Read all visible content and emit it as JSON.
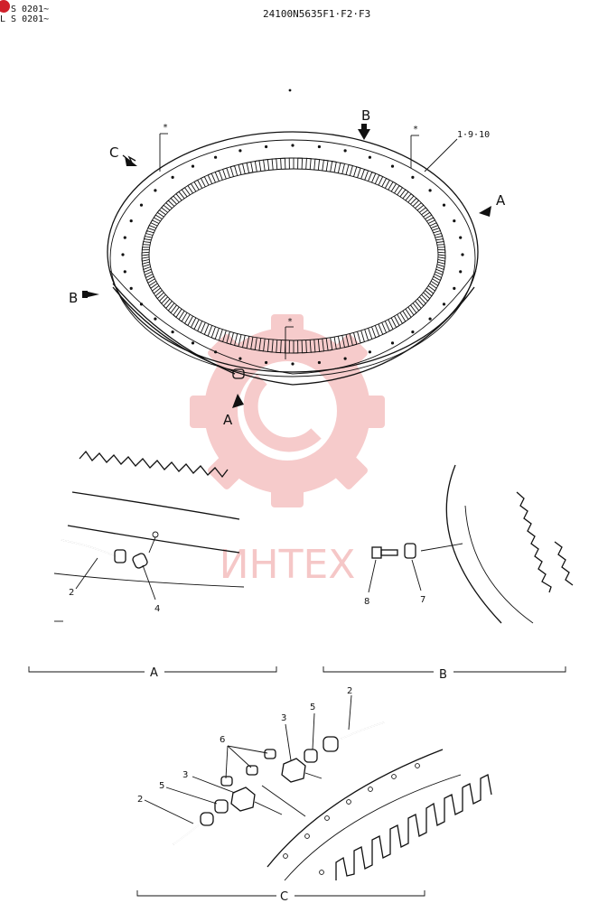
{
  "header": {
    "serial_line_1": "S 0201~",
    "serial_line_2": "L S 0201~",
    "part_code": "24100N5635F1·F2·F3"
  },
  "main_view": {
    "callout_ref": "1·9·10",
    "star": "*",
    "arrows": {
      "a": "A",
      "b": "B",
      "c": "C"
    }
  },
  "detail_a": {
    "caption": "A",
    "callouts": {
      "hose": "2",
      "elbow": "4"
    }
  },
  "detail_b": {
    "caption": "B",
    "callouts": {
      "bolt": "8",
      "clip": "7"
    }
  },
  "detail_c": {
    "caption": "C",
    "callouts": {
      "hose_top": "2",
      "fitting_top": "5",
      "block_top": "3",
      "nipples": "6",
      "block_bottom": "3",
      "fitting_bottom": "5",
      "hose_bottom": "2"
    }
  },
  "watermark": {
    "text": "ИНТЕХ"
  }
}
